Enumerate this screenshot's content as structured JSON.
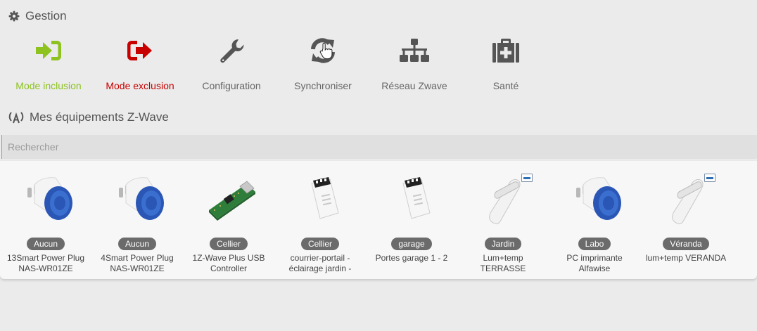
{
  "gestion": {
    "title": "Gestion",
    "actions": [
      {
        "label": "Mode inclusion",
        "icon": "sign-in-icon",
        "color": "#8dc21f"
      },
      {
        "label": "Mode exclusion",
        "icon": "sign-out-icon",
        "color": "#c80000"
      },
      {
        "label": "Configuration",
        "icon": "wrench-icon",
        "color": "#555555"
      },
      {
        "label": "Synchroniser",
        "icon": "sync-icon",
        "color": "#555555"
      },
      {
        "label": "Réseau Zwave",
        "icon": "network-icon",
        "color": "#555555"
      },
      {
        "label": "Santé",
        "icon": "medkit-icon",
        "color": "#555555"
      }
    ]
  },
  "equipments": {
    "title": "Mes équipements Z-Wave",
    "search": {
      "placeholder": "Rechercher",
      "value": ""
    },
    "devices": [
      {
        "room": "Aucun",
        "name_line1": "13Smart Power Plug",
        "name_line2": "NAS-WR01ZE",
        "image": "smart-plug"
      },
      {
        "room": "Aucun",
        "name_line1": "4Smart Power Plug",
        "name_line2": "NAS-WR01ZE",
        "image": "smart-plug"
      },
      {
        "room": "Cellier",
        "name_line1": "1Z-Wave Plus USB",
        "name_line2": "Controller",
        "image": "usb-controller"
      },
      {
        "room": "Cellier",
        "name_line1": "courrier-portail -",
        "name_line2": "éclairage jardin -",
        "image": "relay-module"
      },
      {
        "room": "garage",
        "name_line1": "Portes garage 1 - 2",
        "name_line2": "",
        "image": "relay-module"
      },
      {
        "room": "Jardin",
        "name_line1": "Lum+temp",
        "name_line2": "TERRASSE",
        "image": "door-sensor"
      },
      {
        "room": "Labo",
        "name_line1": "PC imprimante",
        "name_line2": "Alfawise",
        "image": "smart-plug"
      },
      {
        "room": "Véranda",
        "name_line1": "lum+temp VERANDA",
        "name_line2": "",
        "image": "door-sensor"
      }
    ]
  }
}
